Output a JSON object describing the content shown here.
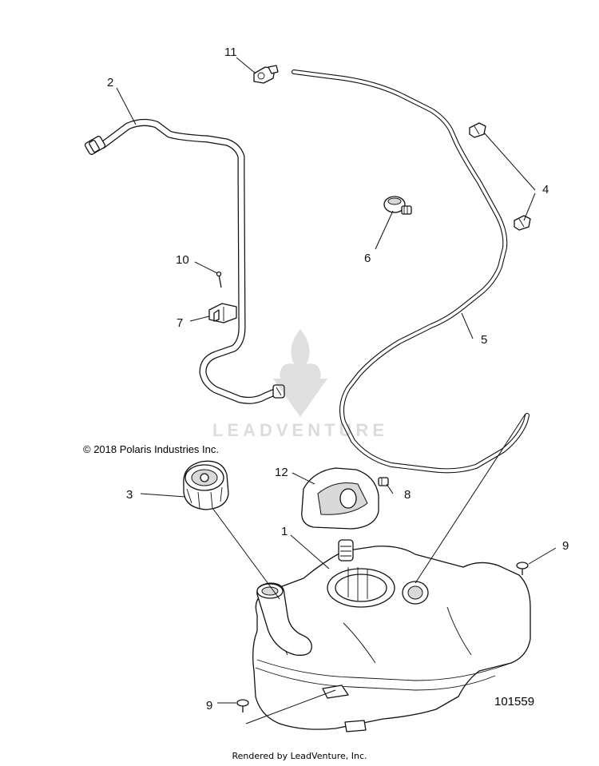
{
  "copyright": "© 2018 Polaris Industries Inc.",
  "diagram_number": "101559",
  "footer": "Rendered by LeadVenture, Inc.",
  "watermark": {
    "text": "LEADVENTURE"
  },
  "callouts": [
    {
      "id": "c1",
      "label": "1"
    },
    {
      "id": "c2",
      "label": "2"
    },
    {
      "id": "c3",
      "label": "3"
    },
    {
      "id": "c4",
      "label": "4"
    },
    {
      "id": "c5",
      "label": "5"
    },
    {
      "id": "c6",
      "label": "6"
    },
    {
      "id": "c7",
      "label": "7"
    },
    {
      "id": "c8",
      "label": "8"
    },
    {
      "id": "c9a",
      "label": "9"
    },
    {
      "id": "c9b",
      "label": "9"
    },
    {
      "id": "c10",
      "label": "10"
    },
    {
      "id": "c11",
      "label": "11"
    },
    {
      "id": "c12",
      "label": "12"
    }
  ]
}
